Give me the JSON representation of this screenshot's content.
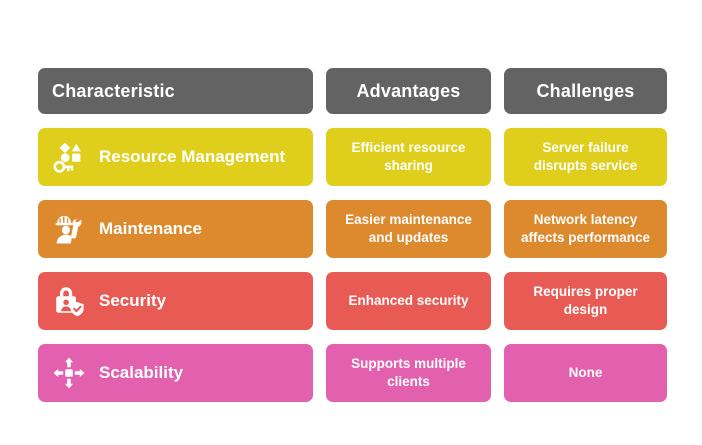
{
  "diagram": {
    "columns": [
      "Characteristic",
      "Advantages",
      "Challenges"
    ],
    "colors": {
      "header": "#636363",
      "row_yellow": "#DFCF1C",
      "row_orange": "#DD8A2E",
      "row_red": "#E85B54",
      "row_pink": "#E260AD",
      "text": "#FFFFFF",
      "background": "#FFFFFF"
    },
    "rows": [
      {
        "icon": "resource-shapes-key-icon",
        "characteristic": "Resource Management",
        "advantage": "Efficient resource sharing",
        "challenge": "Server failure disrupts service",
        "color": "#DFCF1C"
      },
      {
        "icon": "worker-hardhat-wrench-icon",
        "characteristic": "Maintenance",
        "advantage": "Easier maintenance and updates",
        "challenge": "Network latency affects performance",
        "color": "#DD8A2E"
      },
      {
        "icon": "padlock-user-shield-check-icon",
        "characteristic": "Security",
        "advantage": "Enhanced security",
        "challenge": "Requires proper design",
        "color": "#E85B54"
      },
      {
        "icon": "four-arrows-expand-icon",
        "characteristic": "Scalability",
        "advantage": "Supports multiple clients",
        "challenge": "None",
        "color": "#E260AD"
      }
    ]
  }
}
